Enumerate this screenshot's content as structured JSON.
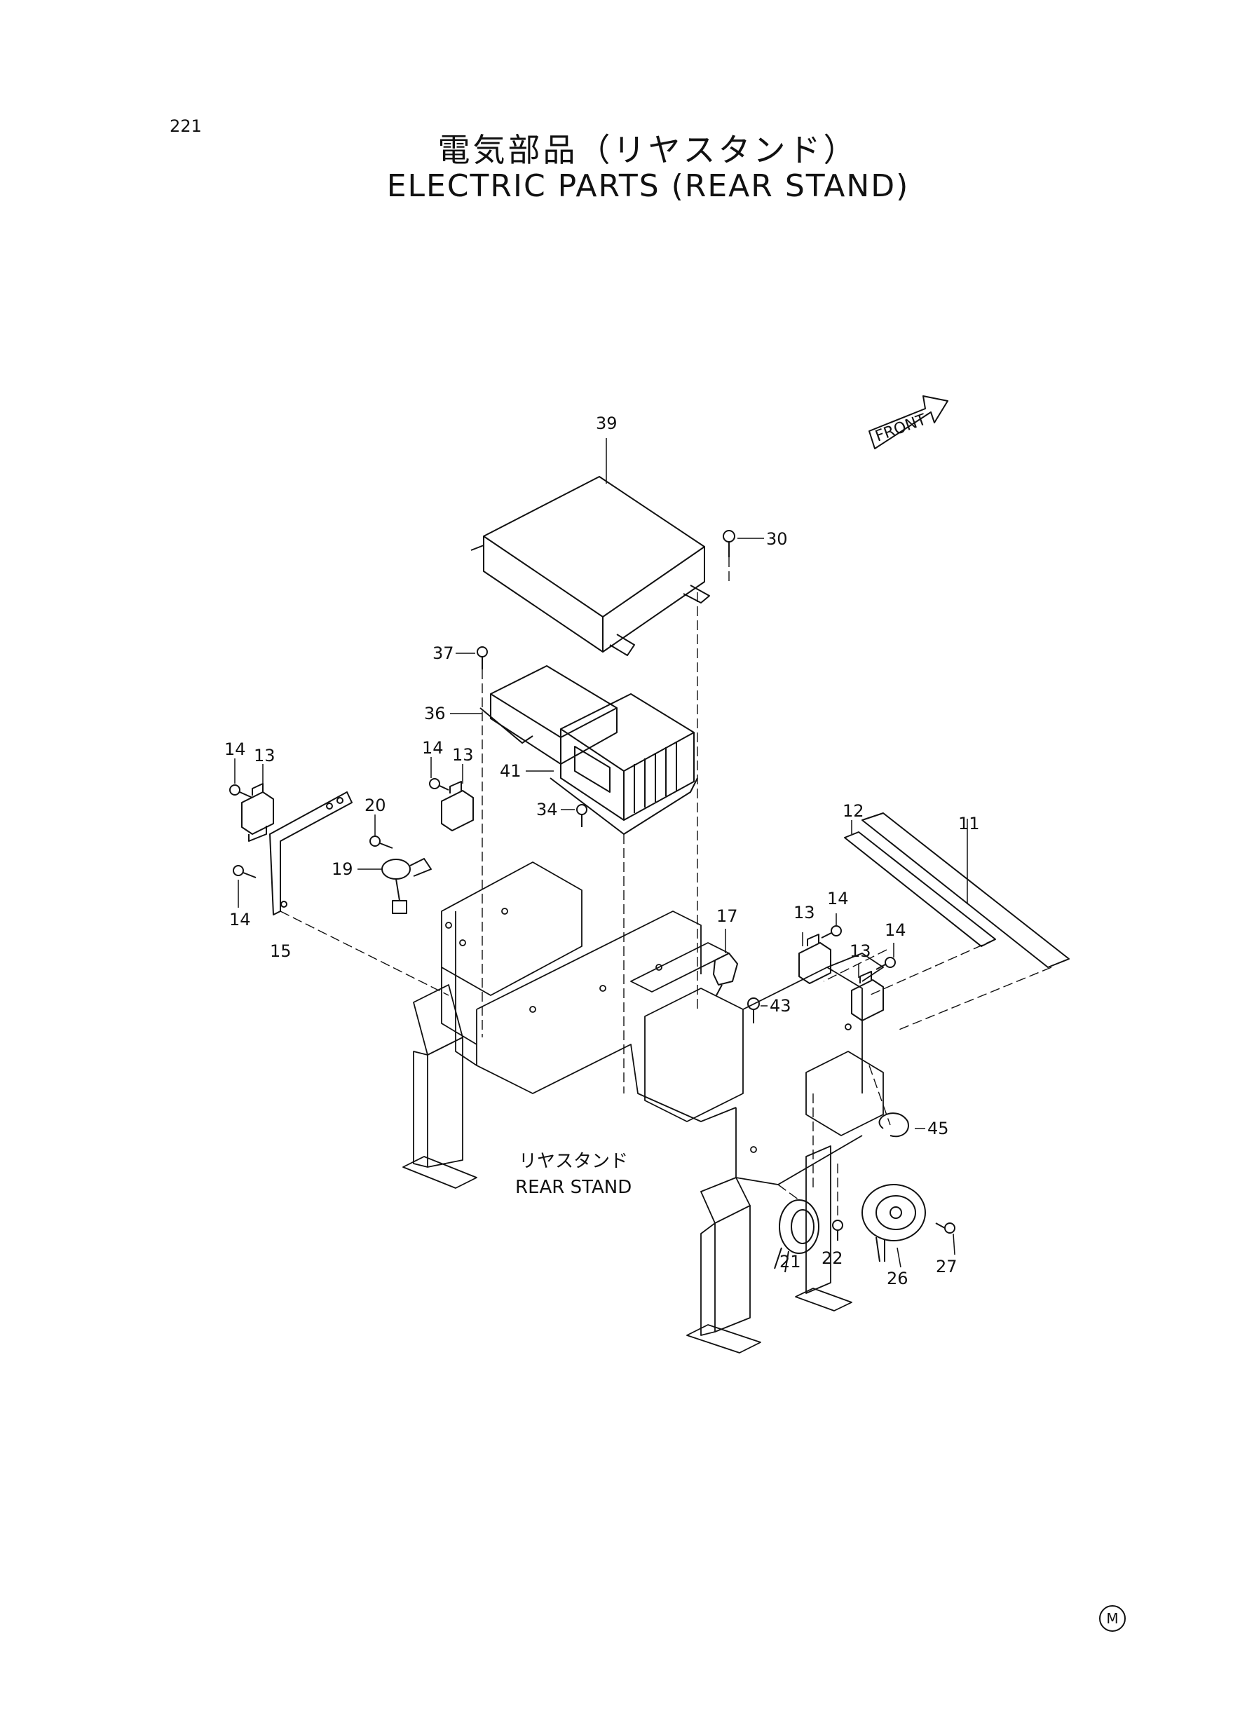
{
  "page_number": "221",
  "title_jp": "電気部品（リヤスタンド）",
  "title_en": "ELECTRIC PARTS (REAR STAND)",
  "front_label": "FRONT",
  "stand_label_jp": "リヤスタンド",
  "stand_label_en": "REAR STAND",
  "corner_mark": "M",
  "part_labels": [
    "39",
    "30",
    "37",
    "36",
    "41",
    "34",
    "14",
    "13",
    "14",
    "13",
    "20",
    "19",
    "14",
    "15",
    "12",
    "11",
    "17",
    "13",
    "14",
    "13",
    "14",
    "43",
    "45",
    "21",
    "22",
    "26",
    "27"
  ]
}
